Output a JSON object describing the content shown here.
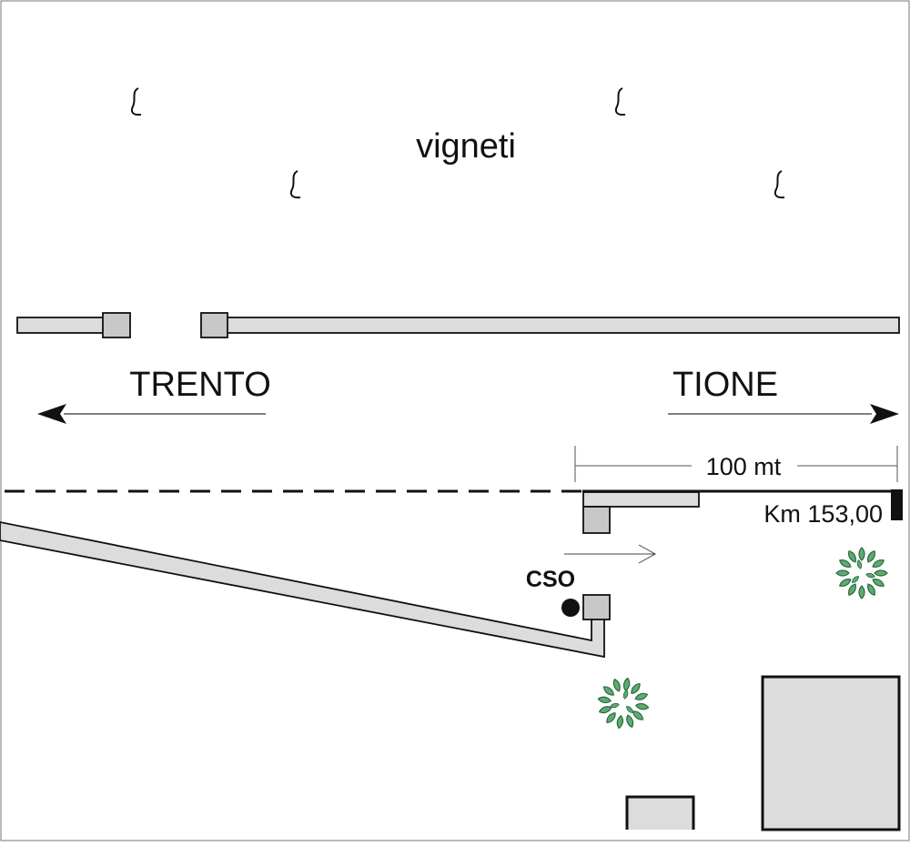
{
  "labels": {
    "vigneti": "vigneti",
    "trento": "TRENTO",
    "tione": "TIONE",
    "distance": "100 mt",
    "kilometer": "Km 153,00",
    "cso": "CSO"
  },
  "colors": {
    "road_fill": "#dcdcdc",
    "block_fill": "#c8c8c8",
    "outline": "#111111",
    "tree_fill": "#5faa72",
    "tree_dark": "#2a6a3c",
    "arrow_line": "#333333"
  },
  "icons": {
    "vine": "vine-icon",
    "tree": "tree-icon",
    "arrow": "arrow-icon"
  }
}
